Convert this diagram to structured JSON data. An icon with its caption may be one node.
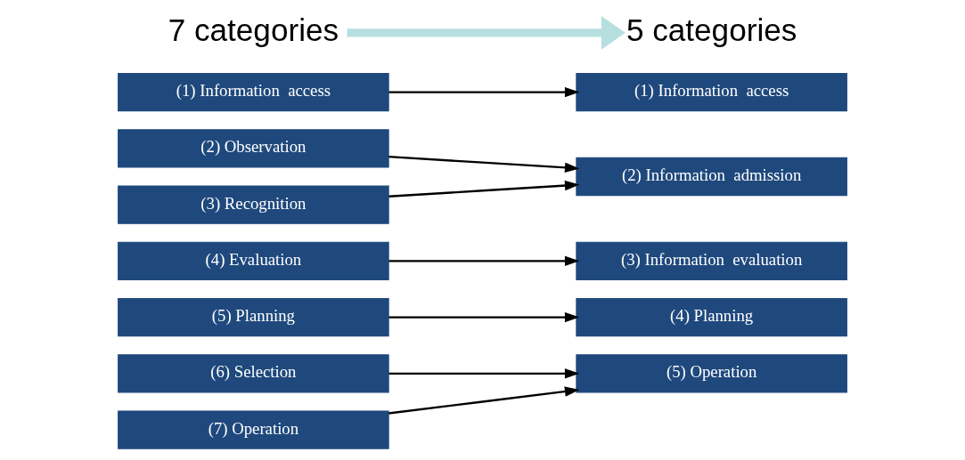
{
  "diagram": {
    "nodes": [
      {
        "text": [
          "7 categories"
        ]
      },
      {
        "text": [
          "5 categories"
        ]
      },
      {
        "text": [
          "(1) Information  access"
        ]
      },
      {
        "text": [
          "(2) Observation"
        ]
      },
      {
        "text": [
          "(3) Recognition"
        ]
      },
      {
        "text": [
          "(4) Evaluation"
        ]
      },
      {
        "text": [
          "(5) Planning"
        ]
      },
      {
        "text": [
          "(6) Selection"
        ]
      },
      {
        "text": [
          "(7) Operation"
        ]
      },
      {
        "text": [
          "(1) Information  access"
        ]
      },
      {
        "text": [
          "(2) Information  admission"
        ]
      },
      {
        "text": [
          "(3) Information  evaluation"
        ]
      },
      {
        "text": [
          "(4) Planning"
        ]
      },
      {
        "text": [
          "(5) Operation"
        ]
      }
    ],
    "edges": [
      {
        "from": 0,
        "to": 1,
        "arrow": "to",
        "style": "thick",
        "color": "#b7dfe0"
      },
      {
        "from": 2,
        "to": 9,
        "arrow": "to"
      },
      {
        "from": 3,
        "to": 10,
        "arrow": "to"
      },
      {
        "from": 4,
        "to": 10,
        "arrow": "to"
      },
      {
        "from": 5,
        "to": 11,
        "arrow": "to"
      },
      {
        "from": 6,
        "to": 12,
        "arrow": "to"
      },
      {
        "from": 7,
        "to": 13,
        "arrow": "to"
      },
      {
        "from": 8,
        "to": 13,
        "arrow": "to"
      }
    ]
  }
}
